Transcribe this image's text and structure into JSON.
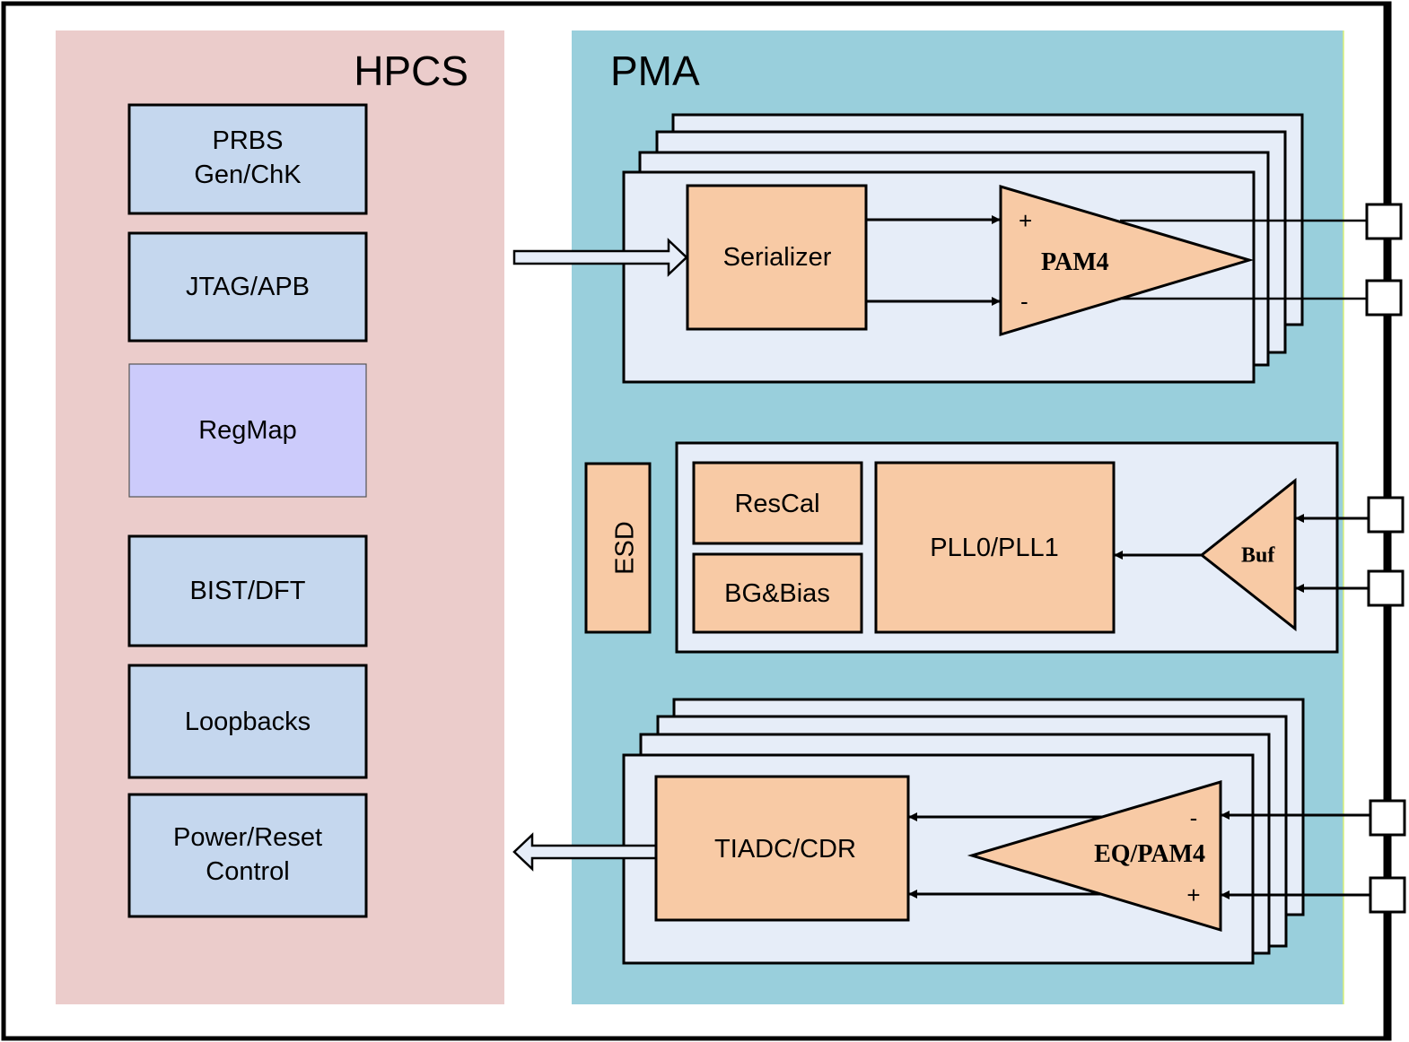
{
  "colors": {
    "hpcs_bg": "#ebcccb",
    "pma_bg": "#99cfdc",
    "hpcs_block": "#c5d7ee",
    "regmap_block": "#cccbfb",
    "lane_card": "#e6edf8",
    "analog_block": "#f8caa5",
    "pad": "#ffffff",
    "stroke": "#000000"
  },
  "hpcs": {
    "title": "HPCS",
    "blocks": [
      {
        "line1": "PRBS",
        "line2": "Gen/ChK"
      },
      {
        "line1": "JTAG/APB",
        "line2": ""
      },
      {
        "line1": "RegMap",
        "line2": ""
      },
      {
        "line1": "BIST/DFT",
        "line2": ""
      },
      {
        "line1": "Loopbacks",
        "line2": ""
      },
      {
        "line1": "Power/Reset",
        "line2": "Control"
      }
    ]
  },
  "pma": {
    "title": "PMA",
    "tx": {
      "serializer": "Serializer",
      "driver": "PAM4",
      "plus": "+",
      "minus": "-"
    },
    "common": {
      "esd": "ESD",
      "rescal": "ResCal",
      "bgbias": "BG&Bias",
      "pll": "PLL0/PLL1",
      "buf": "Buf"
    },
    "rx": {
      "adc": "TIADC/CDR",
      "eq": "EQ/PAM4",
      "plus": "+",
      "minus": "-"
    }
  }
}
